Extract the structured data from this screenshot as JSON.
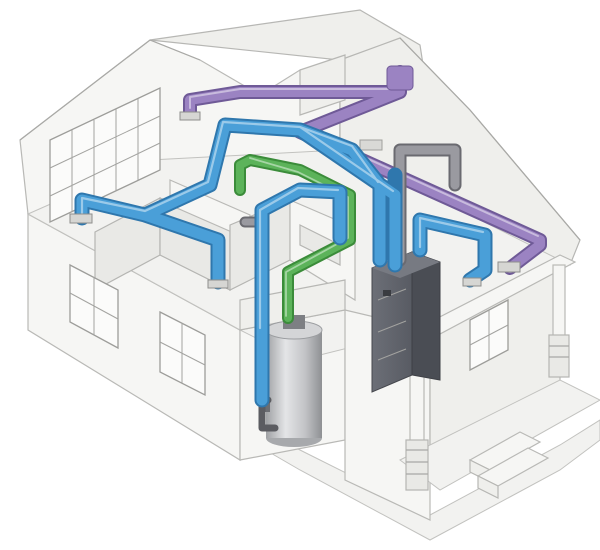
{
  "colors": {
    "supply_duct": "#4a9fd8",
    "return_duct": "#9b83c2",
    "hot_water_pipe": "#5cb35a",
    "flue_pipe": "#8c8c92",
    "furnace": "#5d6068",
    "water_heater": "#c7c8ca"
  },
  "components": {
    "supply_duct_network": "supply-duct",
    "return_duct_network": "return-duct",
    "hot_water_pipe": "hot-water-pipe",
    "furnace": "furnace-unit",
    "water_heater": "water-heater-tank",
    "vent_pipes": "flue-pipe"
  }
}
